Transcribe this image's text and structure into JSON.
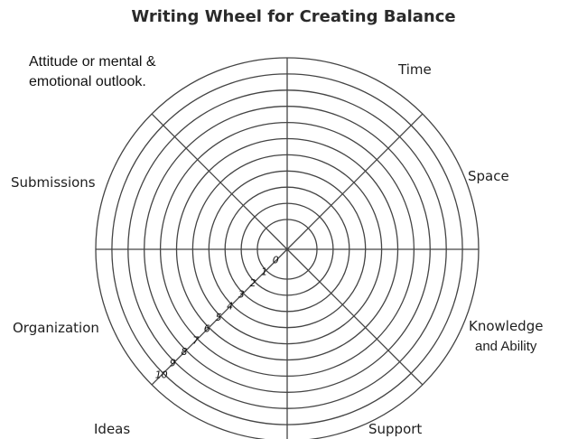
{
  "title": "Writing Wheel for Creating Balance",
  "note": {
    "line1": "Attitude or mental &",
    "line2": "emotional outlook."
  },
  "segments": {
    "time": "Time",
    "space": "Space",
    "knowledge_line1": "Knowledge",
    "knowledge_line2": "and Ability",
    "support": "Support",
    "ideas": "Ideas",
    "organization": "Organization",
    "submissions": "Submissions"
  },
  "scale": [
    "0",
    "1",
    "2",
    "3",
    "4",
    "5",
    "6",
    "7",
    "8",
    "9",
    "10"
  ],
  "wheel": {
    "ring_count": 11,
    "spoke_count": 8,
    "line_color": "#444444"
  }
}
